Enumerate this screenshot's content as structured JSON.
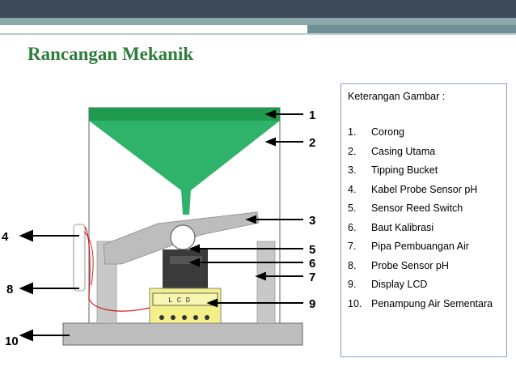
{
  "title": "Rancangan Mekanik",
  "legend": {
    "heading": "Keterangan Gambar :",
    "items": [
      {
        "num": "1.",
        "label": "Corong"
      },
      {
        "num": "2.",
        "label": "Casing Utama"
      },
      {
        "num": "3.",
        "label": "Tipping Bucket"
      },
      {
        "num": "4.",
        "label": "Kabel Probe Sensor pH"
      },
      {
        "num": "5.",
        "label": "Sensor Reed Switch"
      },
      {
        "num": "6.",
        "label": "Baut Kalibrasi"
      },
      {
        "num": "7.",
        "label": "Pipa Pembuangan Air"
      },
      {
        "num": "8.",
        "label": "Probe Sensor pH"
      },
      {
        "num": "9.",
        "label": "Display LCD"
      },
      {
        "num": "10.",
        "label": "Penampung Air Sementara"
      }
    ]
  },
  "diagram": {
    "lcd_text": "L C D",
    "callouts": {
      "c1": "1",
      "c2": "2",
      "c3": "3",
      "c4": "4",
      "c5": "5",
      "c6": "6",
      "c7": "7",
      "c8": "8",
      "c9": "9",
      "c10": "10"
    },
    "colors": {
      "funnel": "#2fb36a",
      "funnel_top": "#1f9a4e",
      "casing_border": "#777777",
      "lcd_fill": "#f3f08a",
      "body_gray": "#bdbdbd",
      "wire": "#d02020"
    }
  }
}
